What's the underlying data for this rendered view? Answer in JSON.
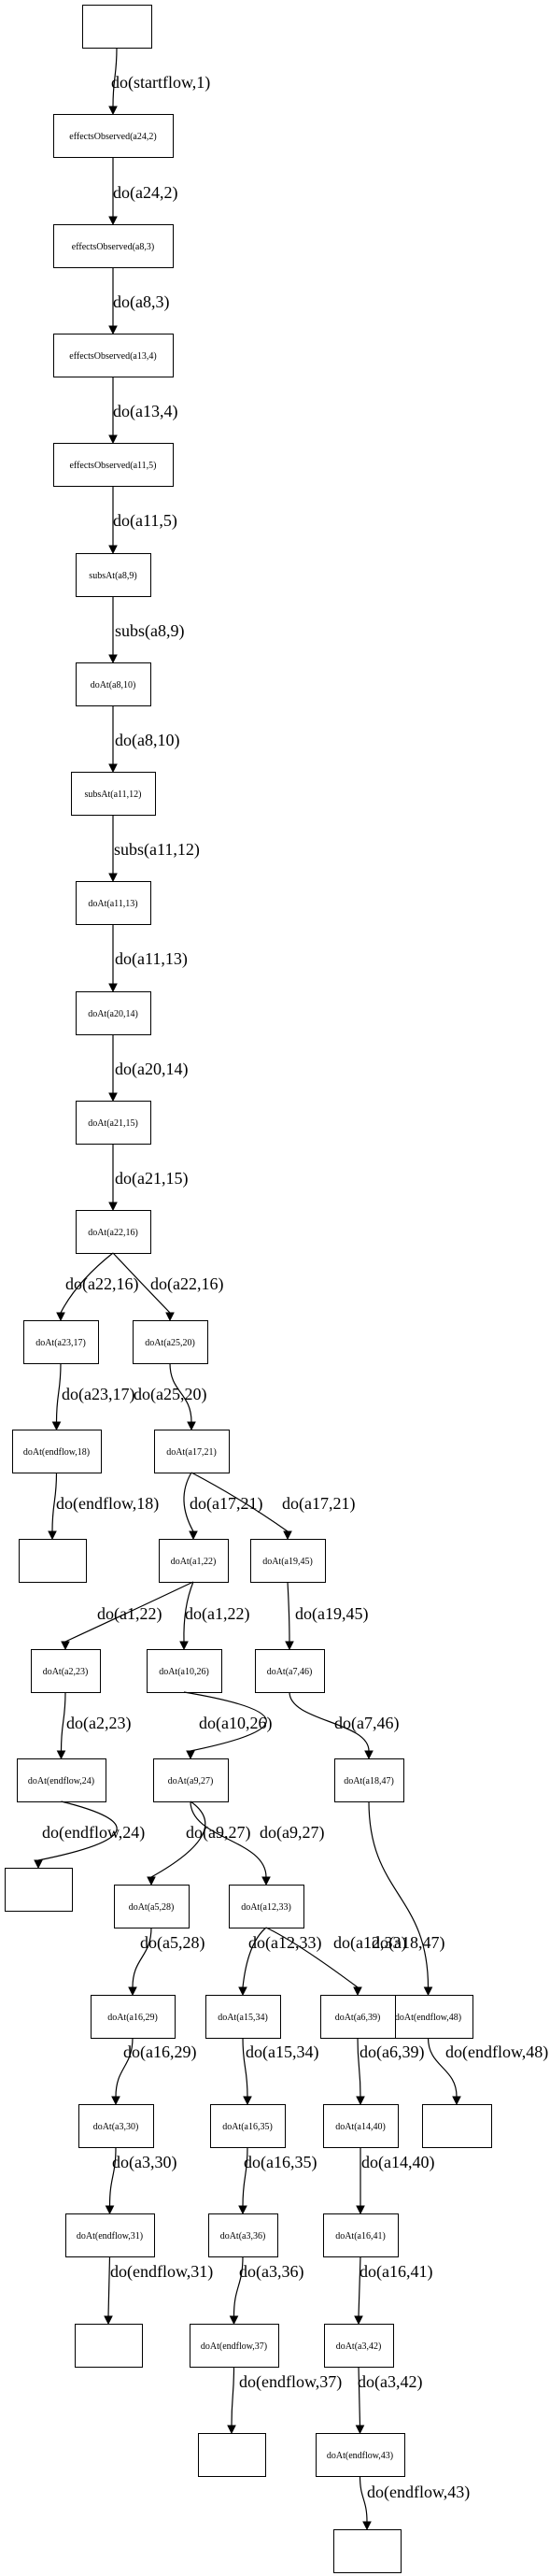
{
  "nodes": [
    {
      "id": "start",
      "label": ""
    },
    {
      "id": "n1",
      "label": "effectsObserved(a24,2)"
    },
    {
      "id": "n2",
      "label": "effectsObserved(a8,3)"
    },
    {
      "id": "n3",
      "label": "effectsObserved(a13,4)"
    },
    {
      "id": "n4",
      "label": "effectsObserved(a11,5)"
    },
    {
      "id": "n5",
      "label": "subsAt(a8,9)"
    },
    {
      "id": "n6",
      "label": "doAt(a8,10)"
    },
    {
      "id": "n7",
      "label": "subsAt(a11,12)"
    },
    {
      "id": "n8",
      "label": "doAt(a11,13)"
    },
    {
      "id": "n9",
      "label": "doAt(a20,14)"
    },
    {
      "id": "n10",
      "label": "doAt(a21,15)"
    },
    {
      "id": "n11",
      "label": "doAt(a22,16)"
    },
    {
      "id": "n12",
      "label": "doAt(a23,17)"
    },
    {
      "id": "n13",
      "label": "doAt(a25,20)"
    },
    {
      "id": "n14",
      "label": "doAt(endflow,18)"
    },
    {
      "id": "n15",
      "label": "doAt(a17,21)"
    },
    {
      "id": "e18",
      "label": ""
    },
    {
      "id": "n16",
      "label": "doAt(a1,22)"
    },
    {
      "id": "n17",
      "label": "doAt(a19,45)"
    },
    {
      "id": "n18",
      "label": "doAt(a2,23)"
    },
    {
      "id": "n19",
      "label": "doAt(a10,26)"
    },
    {
      "id": "n20",
      "label": "doAt(a7,46)"
    },
    {
      "id": "n21",
      "label": "doAt(endflow,24)"
    },
    {
      "id": "n22",
      "label": "doAt(a9,27)"
    },
    {
      "id": "n23",
      "label": "doAt(a18,47)"
    },
    {
      "id": "e24",
      "label": ""
    },
    {
      "id": "n24",
      "label": "doAt(a5,28)"
    },
    {
      "id": "n25",
      "label": "doAt(a12,33)"
    },
    {
      "id": "n26",
      "label": "doAt(endflow,48)"
    },
    {
      "id": "n27",
      "label": "doAt(a16,29)"
    },
    {
      "id": "n28",
      "label": "doAt(a15,34)"
    },
    {
      "id": "n29",
      "label": "doAt(a6,39)"
    },
    {
      "id": "e48",
      "label": ""
    },
    {
      "id": "n30",
      "label": "doAt(a3,30)"
    },
    {
      "id": "n31",
      "label": "doAt(a16,35)"
    },
    {
      "id": "n32",
      "label": "doAt(a14,40)"
    },
    {
      "id": "n33",
      "label": "doAt(endflow,31)"
    },
    {
      "id": "n34",
      "label": "doAt(a3,36)"
    },
    {
      "id": "n35",
      "label": "doAt(a16,41)"
    },
    {
      "id": "e31",
      "label": ""
    },
    {
      "id": "n36",
      "label": "doAt(endflow,37)"
    },
    {
      "id": "n37",
      "label": "doAt(a3,42)"
    },
    {
      "id": "e37",
      "label": ""
    },
    {
      "id": "n38",
      "label": "doAt(endflow,43)"
    },
    {
      "id": "e43",
      "label": ""
    }
  ],
  "edges": [
    {
      "from": "start",
      "to": "n1",
      "label": "do(startflow,1)"
    },
    {
      "from": "n1",
      "to": "n2",
      "label": "do(a24,2)"
    },
    {
      "from": "n2",
      "to": "n3",
      "label": "do(a8,3)"
    },
    {
      "from": "n3",
      "to": "n4",
      "label": "do(a13,4)"
    },
    {
      "from": "n4",
      "to": "n5",
      "label": "do(a11,5)"
    },
    {
      "from": "n5",
      "to": "n6",
      "label": "subs(a8,9)"
    },
    {
      "from": "n6",
      "to": "n7",
      "label": "do(a8,10)"
    },
    {
      "from": "n7",
      "to": "n8",
      "label": "subs(a11,12)"
    },
    {
      "from": "n8",
      "to": "n9",
      "label": "do(a11,13)"
    },
    {
      "from": "n9",
      "to": "n10",
      "label": "do(a20,14)"
    },
    {
      "from": "n10",
      "to": "n11",
      "label": "do(a21,15)"
    },
    {
      "from": "n11",
      "to": "n12",
      "label": "do(a22,16)"
    },
    {
      "from": "n11",
      "to": "n13",
      "label": "do(a22,16)"
    },
    {
      "from": "n12",
      "to": "n14",
      "label": "do(a23,17)"
    },
    {
      "from": "n13",
      "to": "n15",
      "label": "do(a25,20)"
    },
    {
      "from": "n14",
      "to": "e18",
      "label": "do(endflow,18)"
    },
    {
      "from": "n15",
      "to": "n16",
      "label": "do(a17,21)"
    },
    {
      "from": "n15",
      "to": "n17",
      "label": "do(a17,21)"
    },
    {
      "from": "n16",
      "to": "n18",
      "label": "do(a1,22)"
    },
    {
      "from": "n16",
      "to": "n19",
      "label": "do(a1,22)"
    },
    {
      "from": "n17",
      "to": "n20",
      "label": "do(a19,45)"
    },
    {
      "from": "n18",
      "to": "n21",
      "label": "do(a2,23)"
    },
    {
      "from": "n19",
      "to": "n22",
      "label": "do(a10,26)"
    },
    {
      "from": "n20",
      "to": "n23",
      "label": "do(a7,46)"
    },
    {
      "from": "n21",
      "to": "e24",
      "label": "do(endflow,24)"
    },
    {
      "from": "n22",
      "to": "n24",
      "label": "do(a9,27)"
    },
    {
      "from": "n22",
      "to": "n25",
      "label": "do(a9,27)"
    },
    {
      "from": "n23",
      "to": "n26",
      "label": "do(a18,47)"
    },
    {
      "from": "n24",
      "to": "n27",
      "label": "do(a5,28)"
    },
    {
      "from": "n25",
      "to": "n28",
      "label": "do(a12,33)"
    },
    {
      "from": "n25",
      "to": "n29",
      "label": "do(a12,33)"
    },
    {
      "from": "n26",
      "to": "e48",
      "label": "do(endflow,48)"
    },
    {
      "from": "n27",
      "to": "n30",
      "label": "do(a16,29)"
    },
    {
      "from": "n28",
      "to": "n31",
      "label": "do(a15,34)"
    },
    {
      "from": "n29",
      "to": "n32",
      "label": "do(a6,39)"
    },
    {
      "from": "n30",
      "to": "n33",
      "label": "do(a3,30)"
    },
    {
      "from": "n31",
      "to": "n34",
      "label": "do(a16,35)"
    },
    {
      "from": "n32",
      "to": "n35",
      "label": "do(a14,40)"
    },
    {
      "from": "n33",
      "to": "e31",
      "label": "do(endflow,31)"
    },
    {
      "from": "n34",
      "to": "n36",
      "label": "do(a3,36)"
    },
    {
      "from": "n35",
      "to": "n37",
      "label": "do(a16,41)"
    },
    {
      "from": "n36",
      "to": "e37",
      "label": "do(endflow,37)"
    },
    {
      "from": "n37",
      "to": "n38",
      "label": "do(a3,42)"
    },
    {
      "from": "n38",
      "to": "e43",
      "label": "do(endflow,43)"
    }
  ]
}
